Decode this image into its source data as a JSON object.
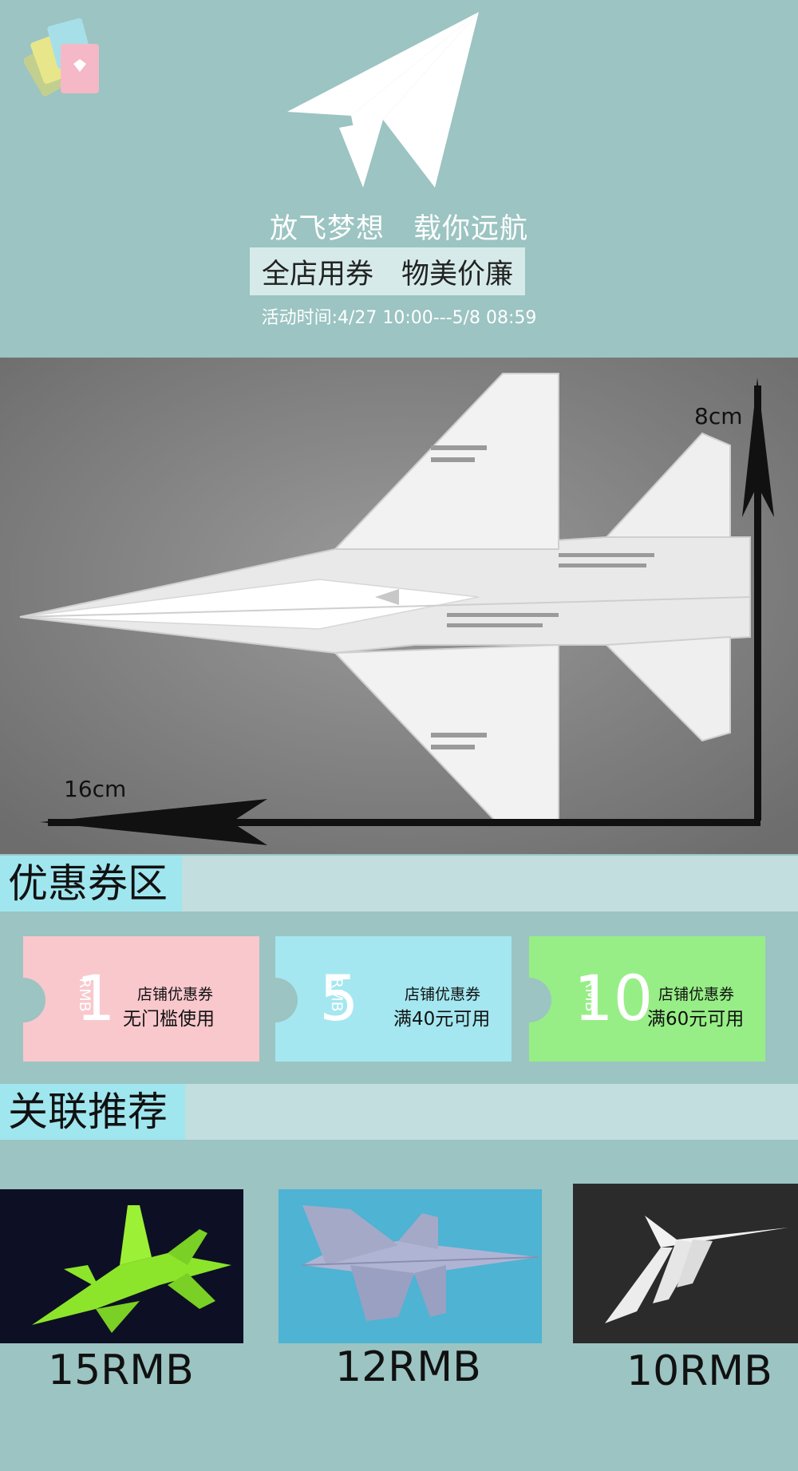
{
  "header": {
    "slogan": "放飞梦想　载你远航",
    "promo": "全店用券　物美价廉",
    "date": "活动时间:4/27 10:00---5/8 08:59"
  },
  "hero": {
    "height_label": "8cm",
    "width_label": "16cm"
  },
  "coupon_section": {
    "title": "优惠券区"
  },
  "coupons": [
    {
      "currency": "RMB",
      "amount": "1",
      "label": "店铺优惠券",
      "condition": "无门槛使用",
      "color": "#f8c8cd"
    },
    {
      "currency": "RMB",
      "amount": "5",
      "label": "店铺优惠券",
      "condition": "满40元可用",
      "color": "#a4e7f0"
    },
    {
      "currency": "RMB",
      "amount": "10",
      "label": "店铺优惠券",
      "condition": "满60元可用",
      "color": "#97ee86"
    }
  ],
  "recommend_section": {
    "title": "关联推荐"
  },
  "products": [
    {
      "price": "15RMB",
      "bg": "#0d1024",
      "plane": "#8ce52b"
    },
    {
      "price": "12RMB",
      "bg": "#4fb3d3",
      "plane": "#a4a9c8"
    },
    {
      "price": "10RMB",
      "bg": "#2b2b2b",
      "plane": "#f2f2f2"
    }
  ]
}
